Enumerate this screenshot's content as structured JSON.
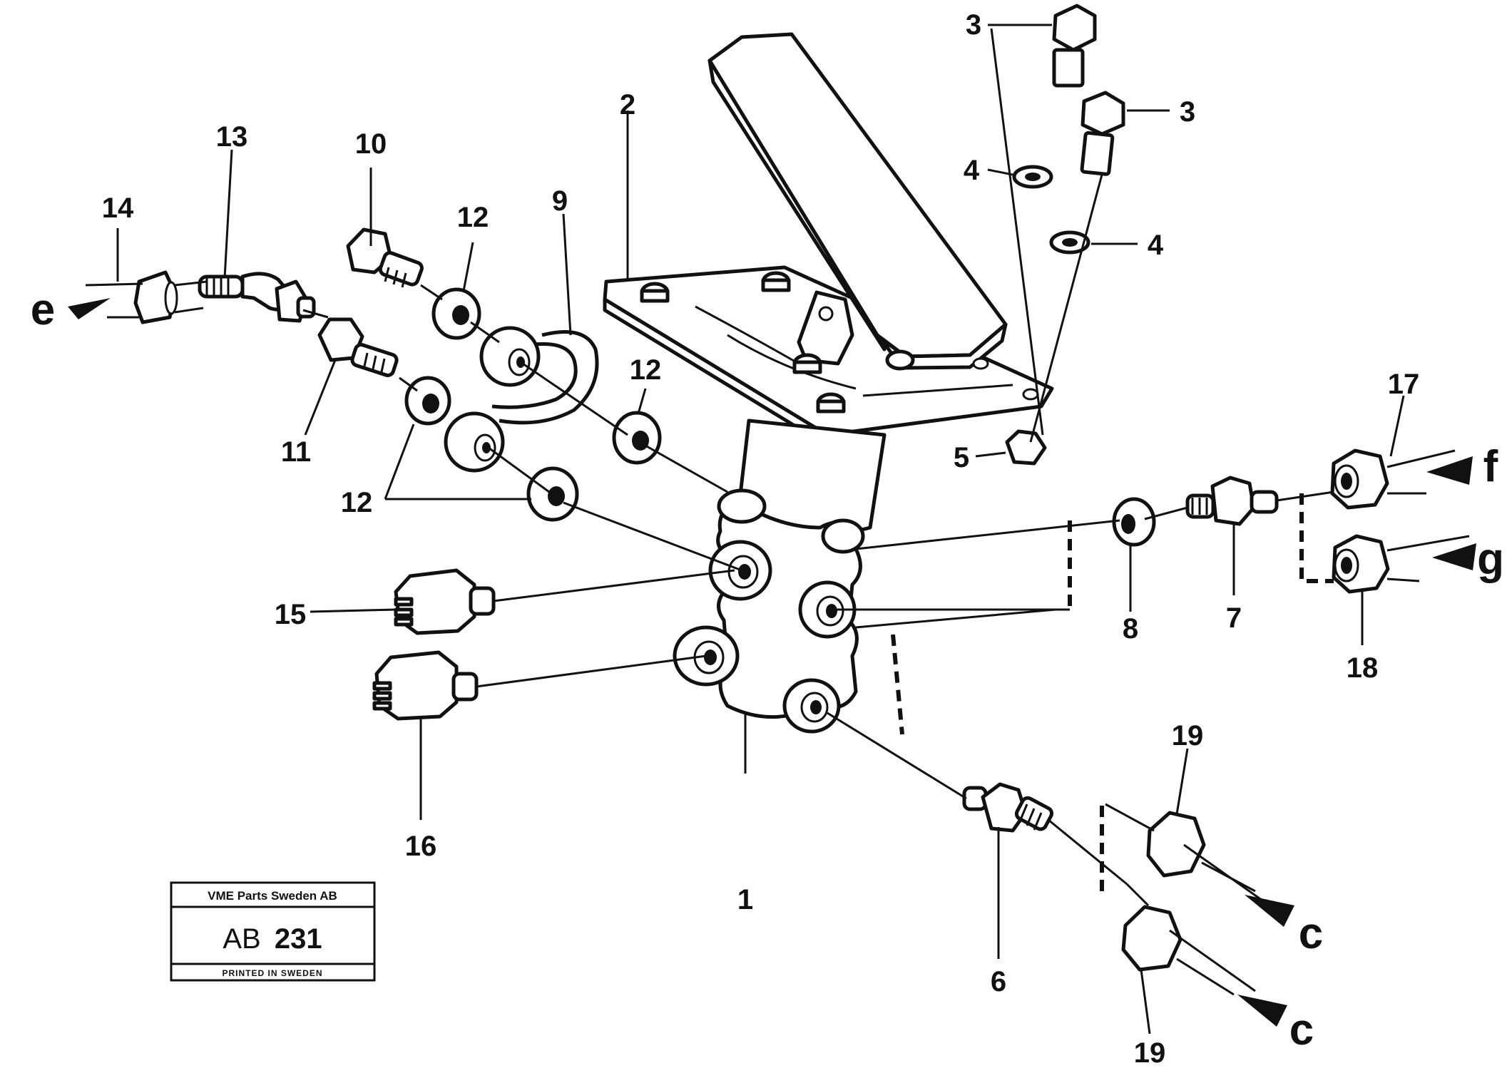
{
  "callouts": {
    "n1": "1",
    "n2": "2",
    "n3a": "3",
    "n3b": "3",
    "n4a": "4",
    "n4b": "4",
    "n5": "5",
    "n6": "6",
    "n7": "7",
    "n8": "8",
    "n9": "9",
    "n10": "10",
    "n11": "11",
    "n12a": "12",
    "n12b": "12",
    "n12c": "12",
    "n13": "13",
    "n14": "14",
    "n15": "15",
    "n16": "16",
    "n17": "17",
    "n18": "18",
    "n19a": "19",
    "n19b": "19"
  },
  "connections": {
    "e": "e",
    "f": "f",
    "g": "g",
    "c1": "c",
    "c2": "c"
  },
  "stamp": {
    "company": "VME Parts Sweden AB",
    "code_prefix": "AB",
    "code_number": "231",
    "footer": "PRINTED IN SWEDEN"
  }
}
